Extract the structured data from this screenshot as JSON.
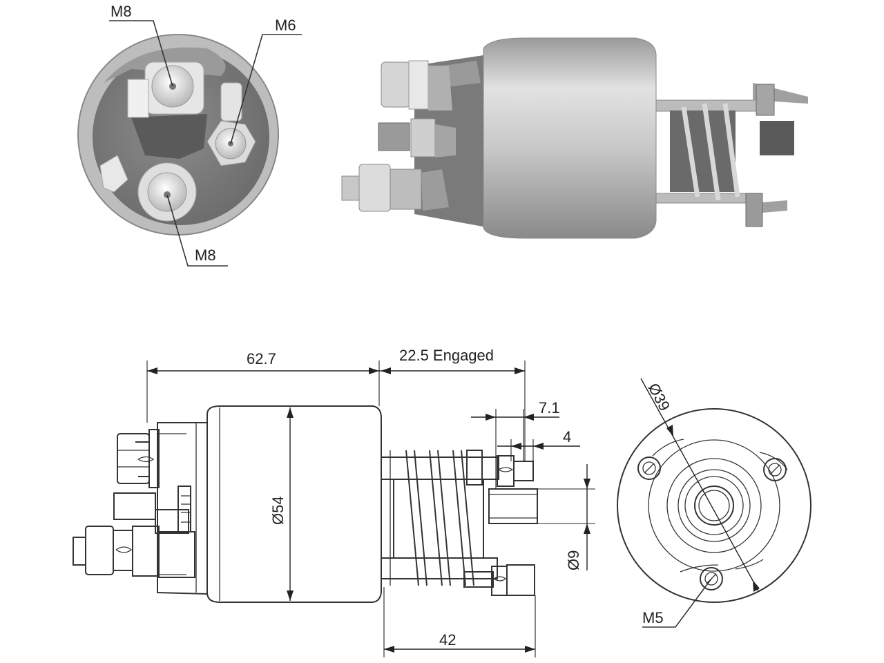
{
  "callouts": {
    "top_left_m8": "M8",
    "top_m6": "M6",
    "bottom_m8": "M8"
  },
  "dimensions": {
    "length_body": "62.7",
    "engaged_travel": "22.5 Engaged",
    "offset_7_1": "7.1",
    "offset_4": "4",
    "body_diameter": "Ø54",
    "plunger_diameter": "Ø9",
    "length_42": "42",
    "bolt_circle": "Ø39",
    "mount_thread": "M5"
  },
  "colors": {
    "metal_light": "#d9d9d9",
    "metal_mid": "#a9a9a9",
    "metal_dark": "#6e6e6e",
    "line": "#333333"
  }
}
